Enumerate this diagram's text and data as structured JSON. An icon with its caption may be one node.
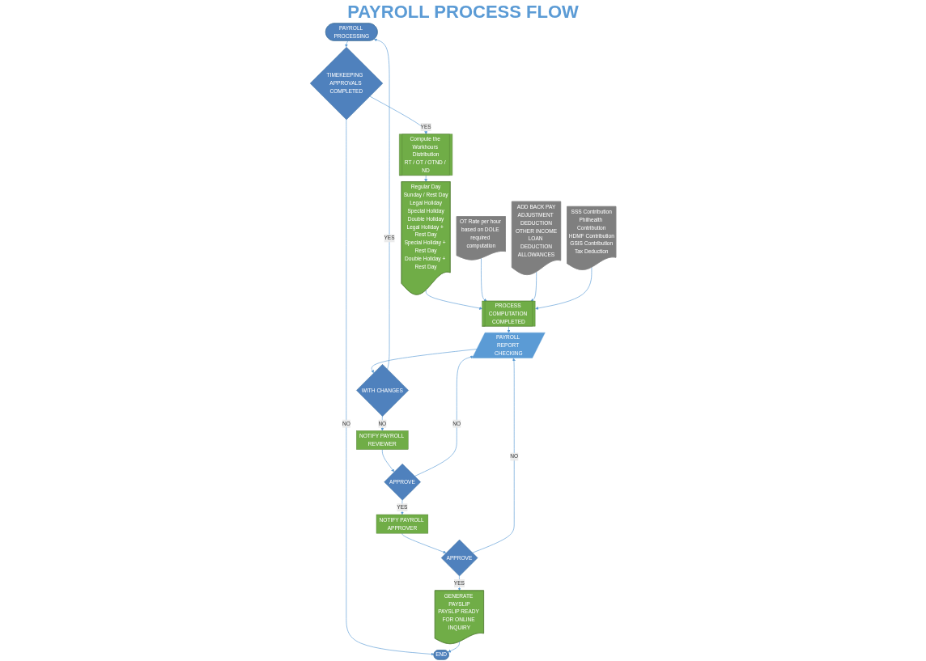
{
  "diagram": {
    "title": "PAYROLL PROCESS FLOW",
    "nodes": [
      {
        "text": [
          "PAYROLL PROCESSING"
        ]
      },
      {
        "text": [
          "TIMEKEEPING  APPROVALS COMPLETED"
        ]
      },
      {
        "text": [
          "END"
        ]
      },
      {
        "text": [
          "Compute the Workhours Distribution",
          "RT / OT / OTND / ND"
        ]
      },
      {
        "text": [
          "Regular Day",
          "Sunday / Rest Day",
          "Legal Holiday",
          "Special Holiday",
          "Double Holiday",
          "Legal Holiday + Rest Day",
          "Special Holiday + Rest Day",
          "Double Holiday + Rest Day"
        ]
      },
      {
        "text": [
          "OT Rate per hour based on DOLE required computation"
        ]
      },
      {
        "text": [
          "ADD BACK PAY",
          "ADJUSTMENT DEDUCTION",
          "OTHER INCOME",
          "LOAN DEDUCTION",
          "ALLOWANCES"
        ]
      },
      {
        "text": [
          "SSS Contribution",
          "Philhealth Contribution",
          "HDMF Contribution",
          "GSIS Contribution",
          "Tax Deduction"
        ]
      },
      {
        "text": [
          "PROCESS COMPUTATION COMPLETED"
        ]
      },
      {
        "text": [
          "PAYROLL REPORT CHECKING"
        ]
      },
      {
        "text": [
          "WITH CHANGES"
        ]
      },
      {
        "text": [
          "NOTIFY PAYROLL REVIEWER"
        ]
      },
      {
        "text": [
          "APPROVE"
        ]
      },
      {
        "text": [
          "NOTIFY PAYROLL APPROVER"
        ]
      },
      {
        "text": [
          "APPROVE"
        ]
      },
      {
        "text": [
          "GENERATE PAYSLIP",
          "PAYSLIP READY FOR ONLINE INQUIRY"
        ]
      }
    ],
    "edges": [
      {
        "from": 0,
        "to": 1,
        "arrow": "to"
      },
      {
        "from": 1,
        "to": 2,
        "arrow": "to",
        "label": "NO"
      },
      {
        "from": 1,
        "to": 3,
        "arrow": "to",
        "label": "YES"
      },
      {
        "from": 3,
        "to": 4,
        "arrow": "to"
      },
      {
        "from": 4,
        "to": 8,
        "arrow": "to"
      },
      {
        "from": 5,
        "to": 8,
        "arrow": "to"
      },
      {
        "from": 6,
        "to": 8,
        "arrow": "to"
      },
      {
        "from": 7,
        "to": 8,
        "arrow": "to"
      },
      {
        "from": 8,
        "to": 9,
        "arrow": "to"
      },
      {
        "from": 9,
        "to": 10,
        "arrow": "to"
      },
      {
        "from": 10,
        "to": 0,
        "arrow": "to",
        "label": "YES"
      },
      {
        "from": 10,
        "to": 11,
        "arrow": "to",
        "label": "NO"
      },
      {
        "from": 11,
        "to": 12,
        "arrow": "to"
      },
      {
        "from": 12,
        "to": 13,
        "arrow": "to",
        "label": "YES"
      },
      {
        "from": 13,
        "to": 14,
        "arrow": "to"
      },
      {
        "from": 14,
        "to": 15,
        "arrow": "to",
        "label": "YES"
      },
      {
        "from": 15,
        "to": 2,
        "arrow": "to"
      },
      {
        "from": 14,
        "to": 9,
        "arrow": "to",
        "label": "NO"
      },
      {
        "from": 12,
        "to": 9,
        "arrow": "to",
        "label": "NO"
      }
    ]
  }
}
